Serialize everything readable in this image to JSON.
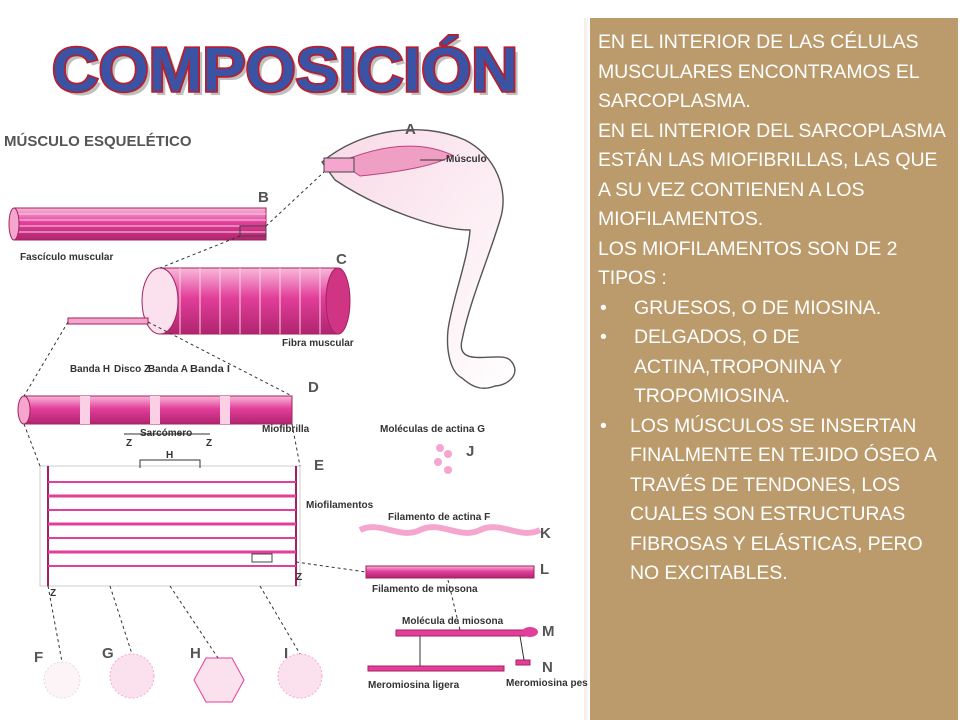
{
  "slide": {
    "title": "COMPOSICIÓN",
    "paragraphs": [
      "EN EL INTERIOR DE LAS CÉLULAS MUSCULARES ENCONTRAMOS EL SARCOPLASMA.",
      "EN EL INTERIOR DEL SARCOPLASMA ESTÁN LAS MIOFIBRILLAS, LAS QUE A SU VEZ CONTIENEN A LOS MIOFILAMENTOS.",
      "LOS MIOFILAMENTOS SON DE 2 TIPOS :"
    ],
    "bullets": [
      " GRUESOS, O DE MIOSINA.",
      "DELGADOS, O DE ACTINA,TROPONINA Y TROPOMIOSINA.",
      "LOS MÚSCULOS SE INSERTAN FINALMENTE EN TEJIDO ÓSEO A TRAVÉS DE TENDONES, LOS CUALES SON ESTRUCTURAS FIBROSAS Y ELÁSTICAS, PERO NO EXCITABLES."
    ],
    "bullet_char": "•"
  },
  "diagram": {
    "heading": "MÚSCULO ESQUELÉTICO",
    "letters": [
      "A",
      "B",
      "C",
      "D",
      "E",
      "F",
      "G",
      "H",
      "I",
      "J",
      "K",
      "L",
      "M",
      "N"
    ],
    "labels": {
      "musculo": "Músculo",
      "fasciculo": "Fascículo muscular",
      "fibra": "Fibra muscular",
      "banda_h": "Banda H",
      "disco_z": "Disco Z",
      "banda_a": "Banda A",
      "banda_i": "Banda I",
      "sarcomero": "Sarcómero",
      "miofibrilla": "Miofibrilla",
      "z": "Z",
      "h": "H",
      "miofilamentos": "Miofilamentos",
      "actina_g": "Moléculas de actina G",
      "actina_f": "Filamento de actina F",
      "miosina_fil": "Filamento de miosona",
      "miosina_mol": "Molécula de miosona",
      "mero_ligera": "Meromiosina ligera",
      "mero_pesada": "Meromiosina pesada"
    }
  },
  "colors": {
    "title_fill": "#3a53a4",
    "title_outline": "#b51f2e",
    "panel_bg": "#bb9a6c",
    "panel_text": "#ffffff",
    "diagram_pink": "#e23f9a",
    "diagram_pink_light": "#f4a6cf",
    "frame_red": "#a3122a",
    "frame_navy": "#23305e"
  }
}
